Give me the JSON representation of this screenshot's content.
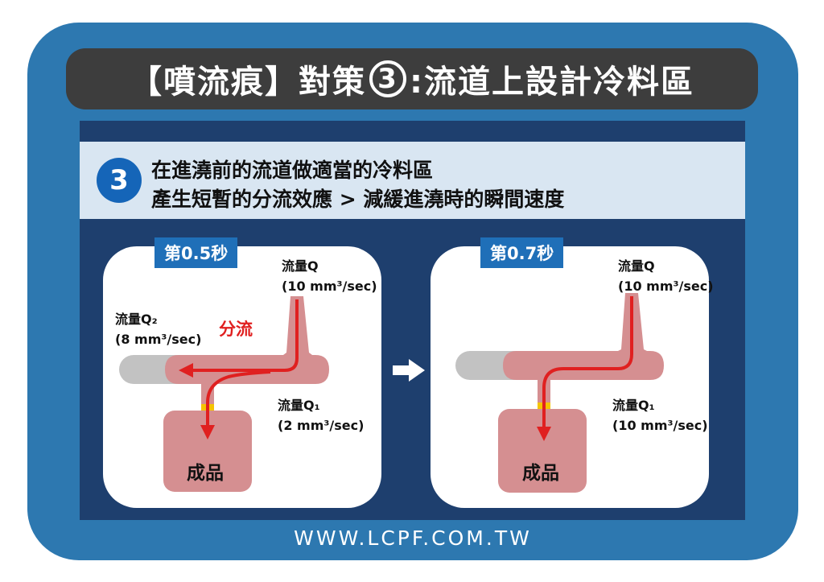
{
  "title": {
    "prefix": "【噴流痕】對策",
    "number": "3",
    "suffix": ":流道上設計冷料區"
  },
  "header": {
    "step_number": "3",
    "line1": "在進澆前的流道做適當的冷料區",
    "line2": "產生短暫的分流效應 > 減緩進澆時的瞬間速度"
  },
  "left": {
    "time": "第0.5秒",
    "flow_q_label": "流量Q",
    "flow_q_value": "(10 mm³/sec)",
    "flow_q2_label": "流量Q₂",
    "flow_q2_value": "(8 mm³/sec)",
    "split_label": "分流",
    "flow_q1_label": "流量Q₁",
    "flow_q1_value": "(2 mm³/sec)",
    "product_label": "成品"
  },
  "right": {
    "time": "第0.7秒",
    "flow_q_label": "流量Q",
    "flow_q_value": "(10 mm³/sec)",
    "flow_q1_label": "流量Q₁",
    "flow_q1_value": "(10 mm³/sec)",
    "product_label": "成品"
  },
  "footer": "WWW.LCPF.COM.TW",
  "colors": {
    "frame": "#2d78b0",
    "panel": "#1e3f6e",
    "melt": "#d58f91",
    "cold_slug": "#c2c2c2",
    "flow_arrow": "#e02020",
    "gate": "#f5c400"
  }
}
